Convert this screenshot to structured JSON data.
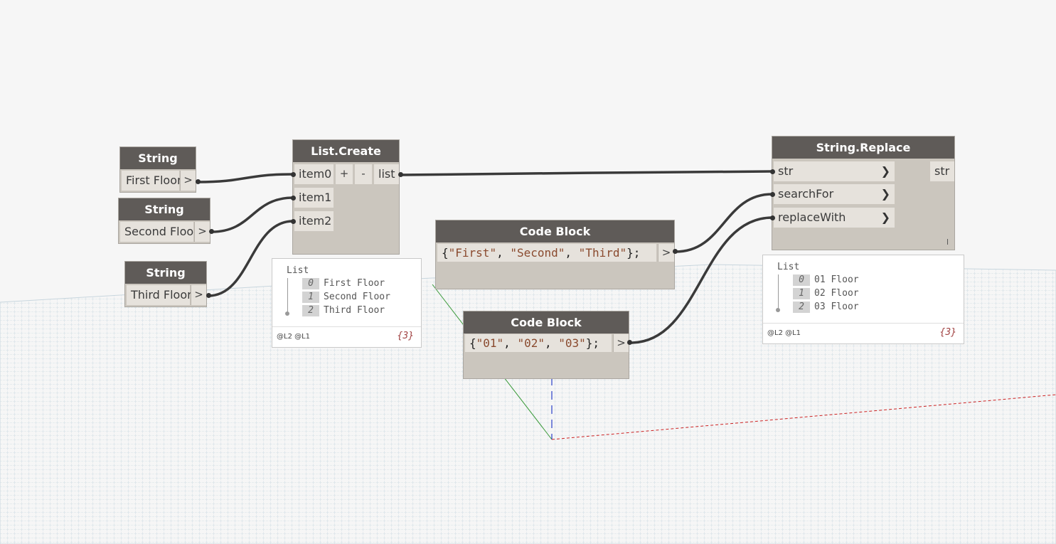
{
  "nodes": {
    "string1": {
      "title": "String",
      "value": "First Floor",
      "out": ">"
    },
    "string2": {
      "title": "String",
      "value": "Second Floor",
      "out": ">"
    },
    "string3": {
      "title": "String",
      "value": "Third Floor",
      "out": ">"
    },
    "list_create": {
      "title": "List.Create",
      "inputs": [
        "item0",
        "item1",
        "item2"
      ],
      "add": "+",
      "remove": "-",
      "output": "list"
    },
    "code_block1": {
      "title": "Code Block",
      "code_open": "{",
      "strings": [
        "\"First\"",
        "\"Second\"",
        "\"Third\""
      ],
      "sep": ", ",
      "code_close": "};",
      "out": ">"
    },
    "code_block2": {
      "title": "Code Block",
      "code_open": "{",
      "strings": [
        "\"01\"",
        "\"02\"",
        "\"03\""
      ],
      "sep": ", ",
      "code_close": "};",
      "out": ">"
    },
    "string_replace": {
      "title": "String.Replace",
      "inputs": [
        "str",
        "searchFor",
        "replaceWith"
      ],
      "output": "str",
      "lacing": "l"
    }
  },
  "watch": {
    "list_create": {
      "title": "List",
      "items": [
        {
          "index": "0",
          "value": "First Floor"
        },
        {
          "index": "1",
          "value": "Second Floor"
        },
        {
          "index": "2",
          "value": "Third Floor"
        }
      ],
      "levels": "@L2 @L1",
      "count": "{3}"
    },
    "string_replace": {
      "title": "List",
      "items": [
        {
          "index": "0",
          "value": "01 Floor"
        },
        {
          "index": "1",
          "value": "02 Floor"
        },
        {
          "index": "2",
          "value": "03 Floor"
        }
      ],
      "levels": "@L2 @L1",
      "count": "{3}"
    }
  },
  "colors": {
    "node_header": "#5f5b58",
    "node_body": "#cbc6be",
    "port": "#e6e2dc",
    "wire": "#3a3a3a",
    "grid": "#b7ccd8",
    "canvas": "#f6f6f6"
  }
}
